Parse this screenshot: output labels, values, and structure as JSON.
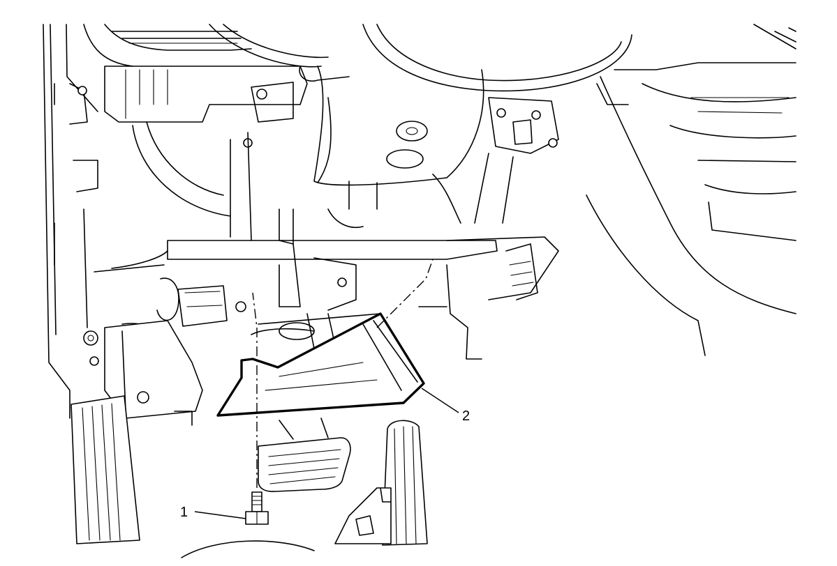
{
  "figure": {
    "callouts": [
      {
        "id": "1",
        "label": "1"
      },
      {
        "id": "2",
        "label": "2"
      }
    ]
  }
}
